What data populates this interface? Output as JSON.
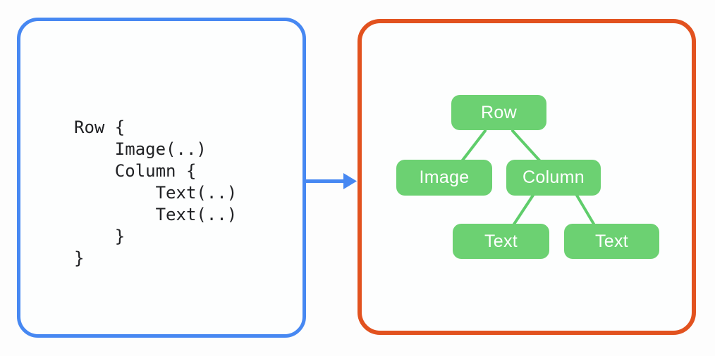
{
  "page": {
    "background_color": "#fdfdfd"
  },
  "code_panel": {
    "border_color": "#4788f2",
    "code_text": "Row {\n    Image(..)\n    Column {\n        Text(..)\n        Text(..)\n    }\n}"
  },
  "arrow": {
    "color": "#4788f2",
    "direction": "right"
  },
  "tree_panel": {
    "border_color": "#e2521f",
    "node_fill_color": "#6cd172",
    "node_text_color": "#ffffff",
    "edge_color": "#5fcd6b",
    "nodes": [
      {
        "label": "Row"
      },
      {
        "label": "Image"
      },
      {
        "label": "Column"
      },
      {
        "label": "Text"
      },
      {
        "label": "Text"
      }
    ],
    "hierarchy": {
      "label": "Row",
      "children": [
        {
          "label": "Image",
          "children": []
        },
        {
          "label": "Column",
          "children": [
            {
              "label": "Text",
              "children": []
            },
            {
              "label": "Text",
              "children": []
            }
          ]
        }
      ]
    }
  }
}
